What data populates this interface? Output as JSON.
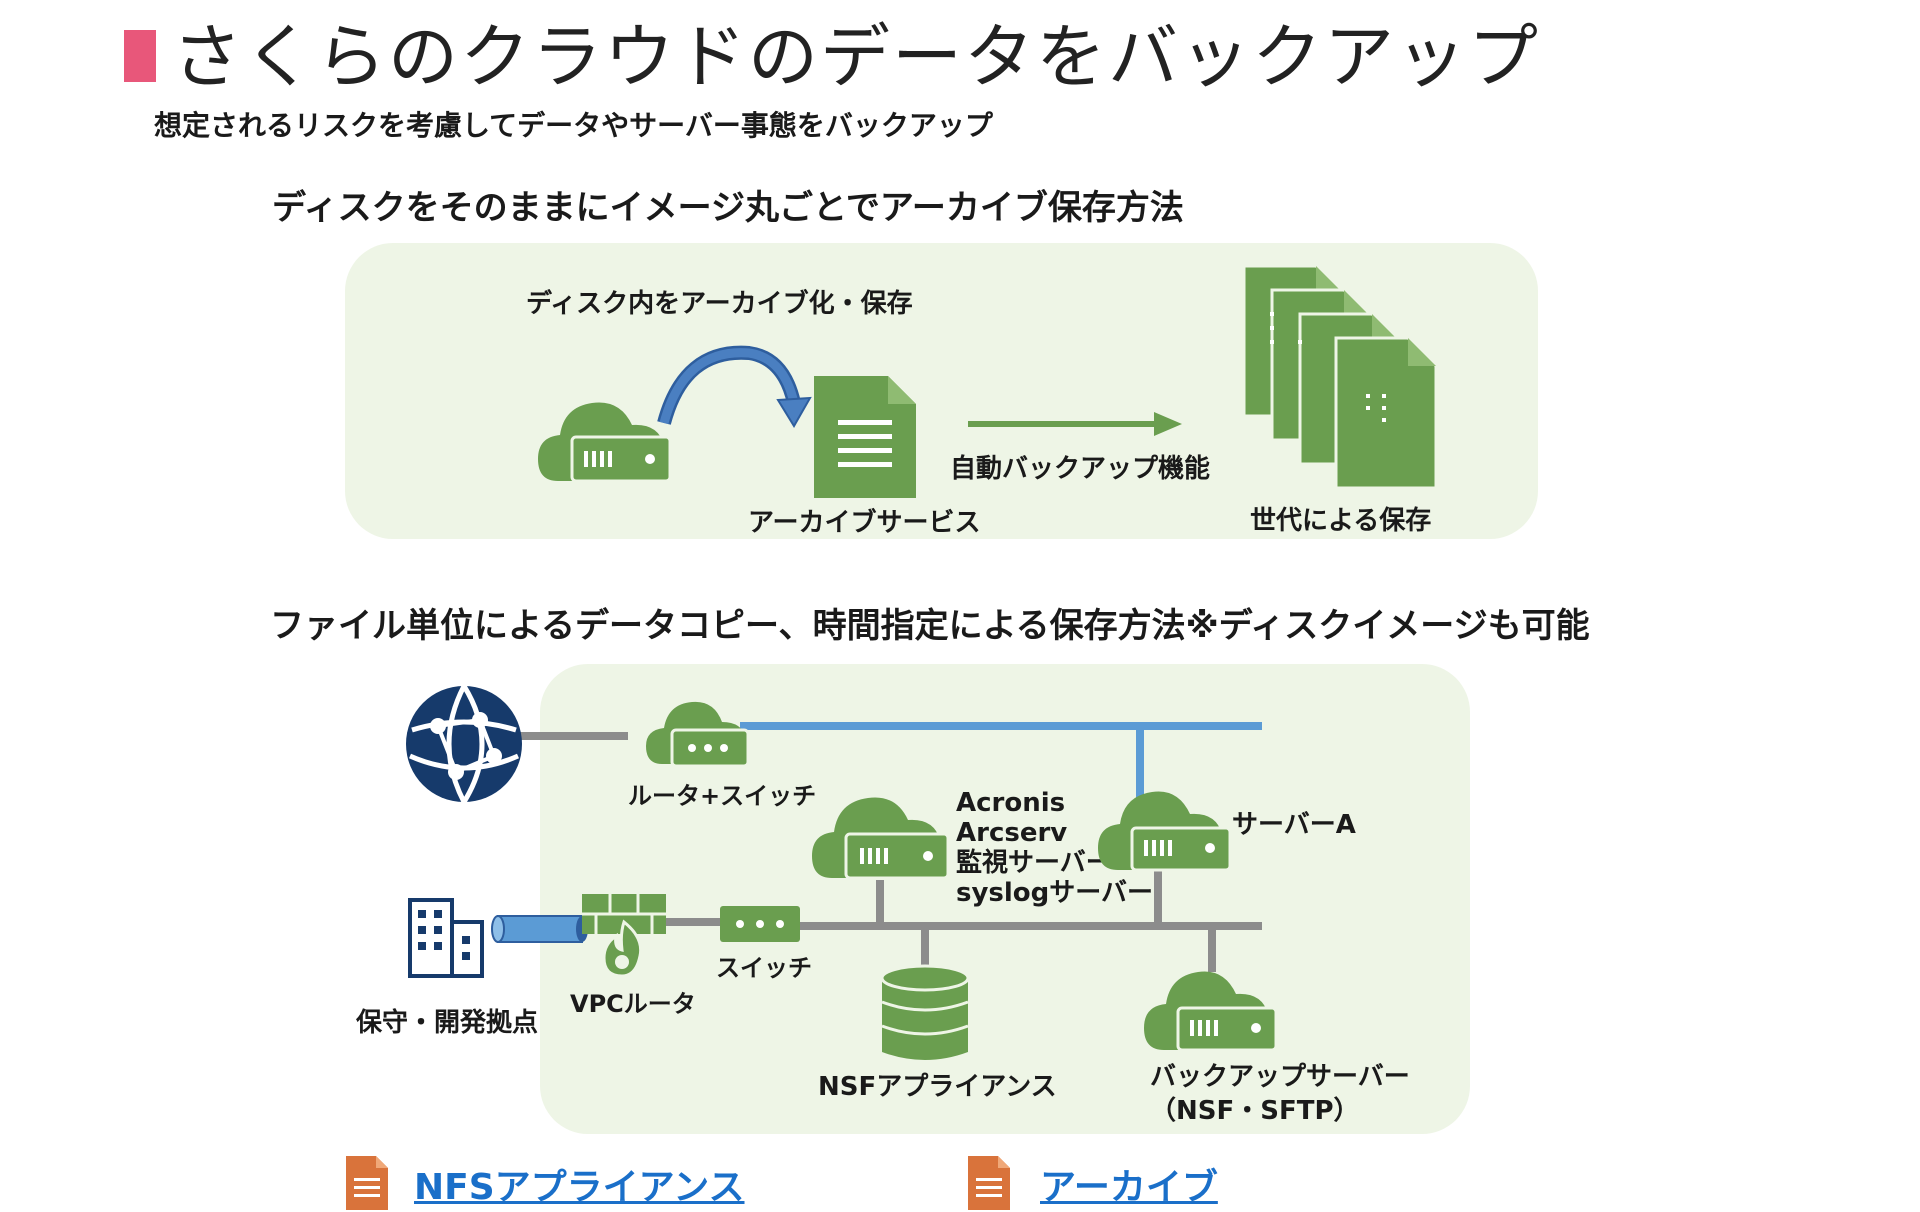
{
  "header": {
    "title": "さくらのクラウドのデータをバックアップ",
    "subtitle": "想定されるリスクを考慮してデータやサーバー事態をバックアップ"
  },
  "section1": {
    "heading": "ディスクをそのままにイメージ丸ごとでアーカイブ保存方法",
    "archive_caption": "ディスク内をアーカイブ化・保存",
    "archive_service_label": "アーカイブサービス",
    "auto_backup_label": "自動バックアップ機能",
    "generations_label": "世代による保存"
  },
  "section2": {
    "heading": "ファイル単位によるデータコピー、時間指定による保存方法※ディスクイメージも可能",
    "router_switch_label": "ルータ+スイッチ",
    "monitor_lines": [
      "Acronis",
      "Arcserv",
      "監視サーバー",
      "syslogサーバー"
    ],
    "server_a_label": "サーバーA",
    "switch_label": "スイッチ",
    "vpc_router_label": "VPCルータ",
    "office_label": "保守・開発拠点",
    "nfs_label": "NSFアプライアンス",
    "backup_server_line1": "バックアップサーバー",
    "backup_server_line2": "（NSF・SFTP）"
  },
  "links": {
    "nfs": "NFSアプライアンス",
    "archive": "アーカイブ"
  },
  "colors": {
    "accent_pink": "#e8577a",
    "icon_green": "#6a9e4f",
    "panel_green": "#eef5e6",
    "network_blue": "#5b9bd5",
    "network_gray": "#8c8c8c",
    "globe_navy": "#163a6b",
    "link_blue": "#1a6fc9",
    "doc_orange": "#d9733b"
  },
  "icons": [
    "cloud-server-icon",
    "curved-arrow-icon",
    "document-icon",
    "right-arrow-icon",
    "stacked-documents-icon",
    "globe-network-icon",
    "building-icon",
    "firewall-icon",
    "switch-icon",
    "database-icon",
    "orange-document-icon"
  ]
}
